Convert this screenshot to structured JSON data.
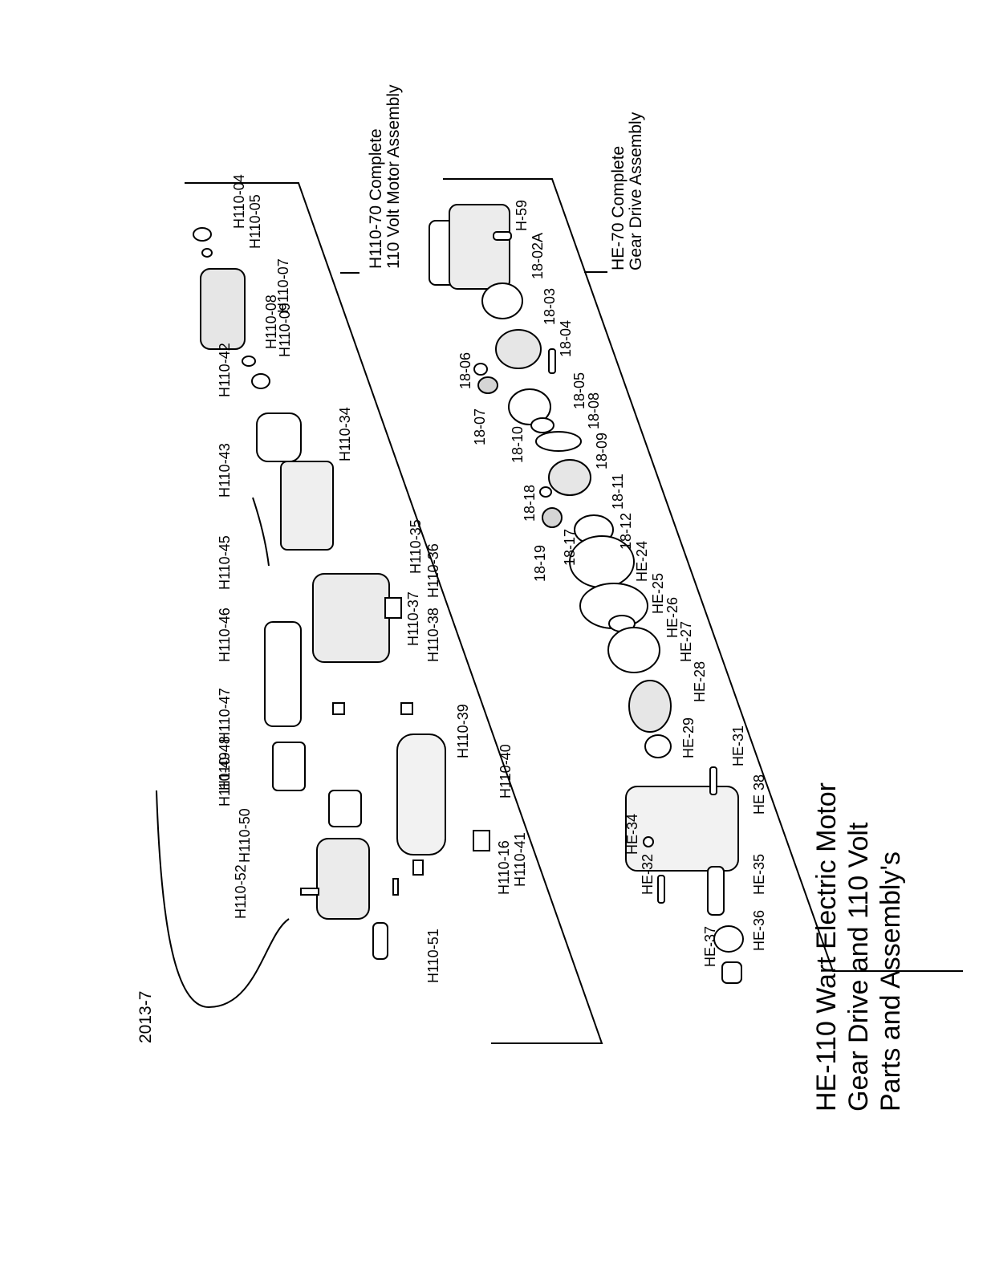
{
  "title": {
    "line1": "HE-110 Wart Electric Motor",
    "line2": "Gear Drive and 110 Volt",
    "line3": "Parts and Assembly's"
  },
  "gear_assembly": {
    "line1": "HE-70 Complete",
    "line2": "Gear Drive Assembly"
  },
  "motor_assembly": {
    "line1": "H110-70 Complete",
    "line2": "110 Volt Motor Assembly"
  },
  "gear_parts": [
    "H-59",
    "18-02A",
    "18-03",
    "18-04",
    "18-05",
    "18-06",
    "18-07",
    "18-08",
    "18-09",
    "18-10",
    "18-11",
    "18-12",
    "18-17",
    "18-18",
    "18-19",
    "HE-24",
    "HE-25",
    "HE-26",
    "HE-27",
    "HE-28",
    "HE-29",
    "HE-31",
    "HE-32",
    "HE-34",
    "HE-35",
    "HE-36",
    "HE-37",
    "HE 38"
  ],
  "motor_parts": [
    "H110-04",
    "H110-05",
    "H110-07",
    "H110-08",
    "H110-09",
    "H110-42",
    "H110-34",
    "H110-43",
    "H110-35",
    "H110-36",
    "H110-45",
    "H110-46",
    "H110-37",
    "H110-38",
    "H110-39",
    "H110-40",
    "H110-47",
    "H110-48",
    "H110-49",
    "H110-50",
    "H110-41",
    "H110-16",
    "H110-52",
    "H110-51"
  ],
  "date_code": "2013-7"
}
